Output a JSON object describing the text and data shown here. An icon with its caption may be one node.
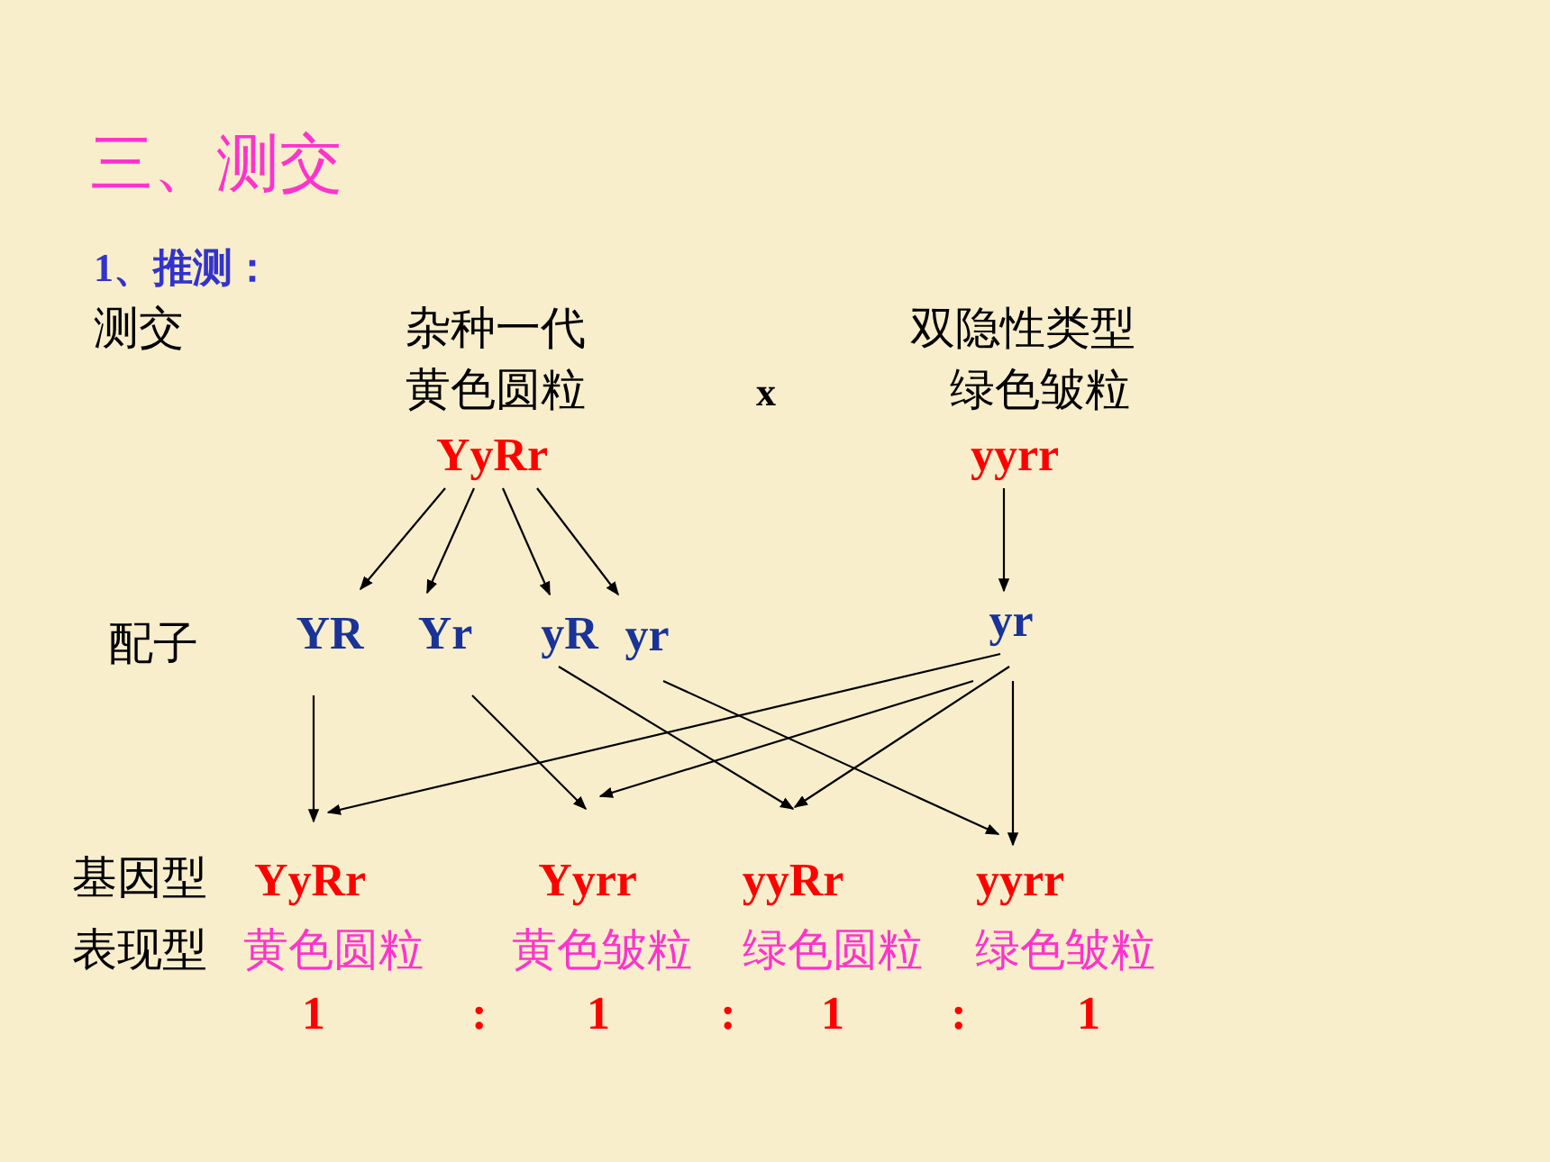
{
  "diagram": {
    "title": "三、测交",
    "nodes": [
      {
        "text": [
          "YyRr"
        ]
      },
      {
        "text": [
          "yyrr"
        ]
      },
      {
        "text": [
          "YR"
        ]
      },
      {
        "text": [
          "Yr"
        ]
      },
      {
        "text": [
          "yR"
        ]
      },
      {
        "text": [
          "yr"
        ]
      },
      {
        "text": [
          "yr"
        ]
      },
      {
        "text": [
          "YyRr"
        ]
      },
      {
        "text": [
          "Yyrr"
        ]
      },
      {
        "text": [
          "yyRr"
        ]
      },
      {
        "text": [
          "yyrr"
        ]
      }
    ],
    "edges": [
      {
        "from": 0,
        "to": 2,
        "arrow": "to"
      },
      {
        "from": 0,
        "to": 3,
        "arrow": "to"
      },
      {
        "from": 0,
        "to": 4,
        "arrow": "to"
      },
      {
        "from": 0,
        "to": 5,
        "arrow": "to"
      },
      {
        "from": 1,
        "to": 6,
        "arrow": "to"
      },
      {
        "from": 2,
        "to": 7,
        "arrow": "to"
      },
      {
        "from": 3,
        "to": 8,
        "arrow": "to"
      },
      {
        "from": 4,
        "to": 9,
        "arrow": "to"
      },
      {
        "from": 5,
        "to": 10,
        "arrow": "to"
      },
      {
        "from": 6,
        "to": 7,
        "arrow": "to"
      },
      {
        "from": 6,
        "to": 8,
        "arrow": "to"
      },
      {
        "from": 6,
        "to": 9,
        "arrow": "to"
      },
      {
        "from": 6,
        "to": 10,
        "arrow": "to"
      }
    ],
    "labels": [
      "1、推测：",
      "测交",
      "杂种一代",
      "双隐性类型",
      "黄色圆粒",
      "x",
      "绿色皱粒",
      "配子",
      "基因型",
      "表现型",
      "黄色圆粒",
      "黄色皱粒",
      "绿色圆粒",
      "绿色皱粒",
      "1",
      ":",
      "1",
      ":",
      "1",
      ":",
      "1"
    ]
  }
}
